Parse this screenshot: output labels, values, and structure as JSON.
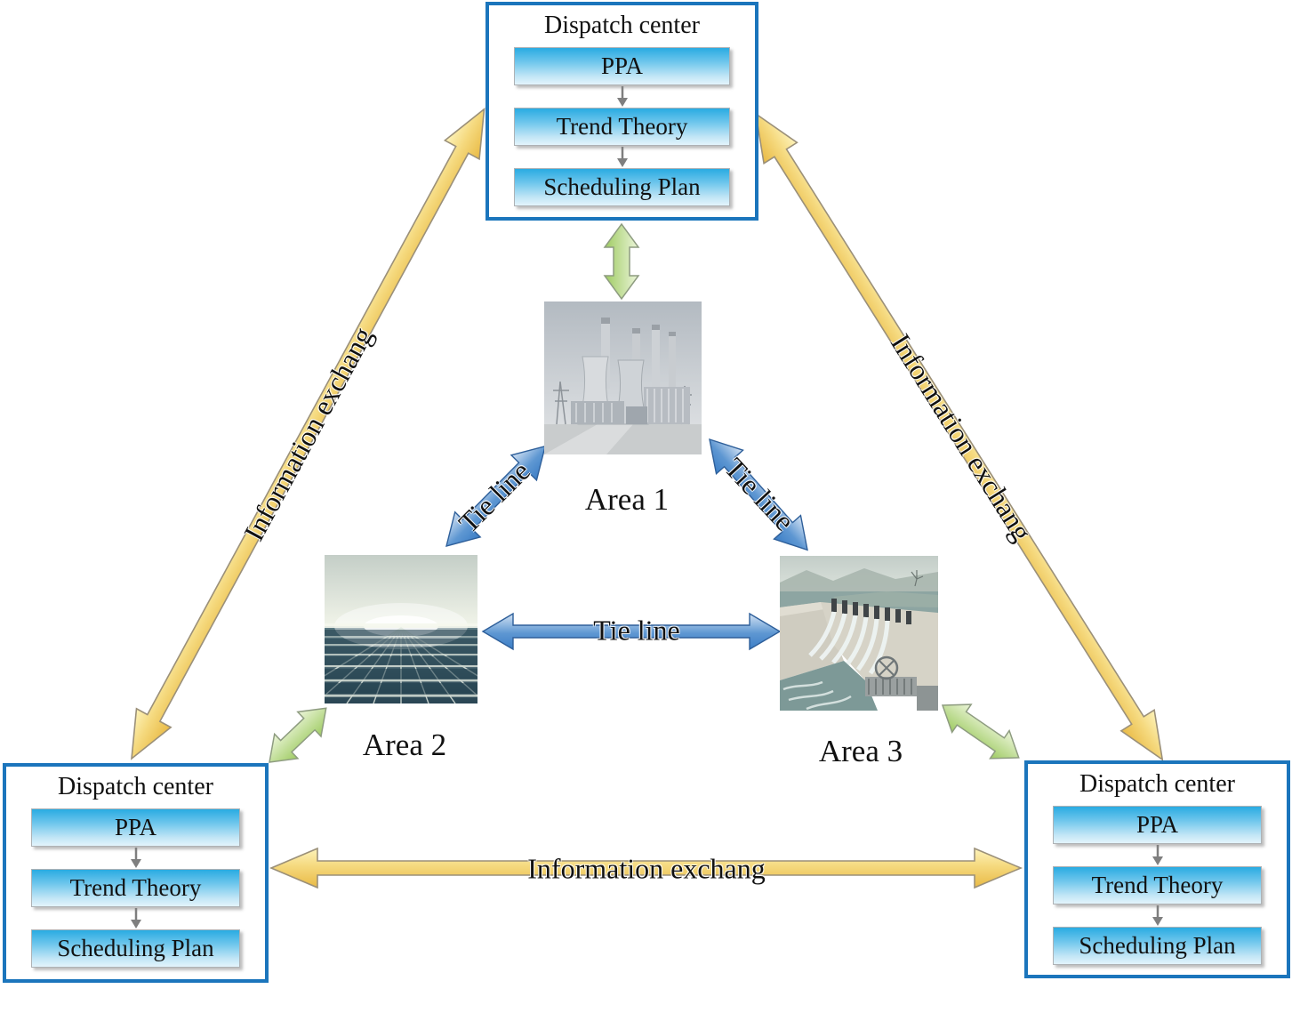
{
  "figure": {
    "type": "multi-area power system coordination diagram",
    "background": "#ffffff"
  },
  "dispatch_top": {
    "title": "Dispatch center",
    "steps": [
      "PPA",
      "Trend Theory",
      "Scheduling Plan"
    ]
  },
  "dispatch_left": {
    "title": "Dispatch center",
    "steps": [
      "PPA",
      "Trend Theory",
      "Scheduling Plan"
    ]
  },
  "dispatch_right": {
    "title": "Dispatch center",
    "steps": [
      "PPA",
      "Trend Theory",
      "Scheduling Plan"
    ]
  },
  "areas": {
    "area1": {
      "label": "Area 1",
      "image": "thermal-power-plant-photo"
    },
    "area2": {
      "label": "Area 2",
      "image": "solar-farm-photo"
    },
    "area3": {
      "label": "Area 3",
      "image": "hydro-dam-photo"
    }
  },
  "connections": {
    "info_left": {
      "label": "Information exchang",
      "type": "information-exchange-arrow"
    },
    "info_right": {
      "label": "Information exchang",
      "type": "information-exchange-arrow"
    },
    "info_bottom": {
      "label": "Information exchang",
      "type": "information-exchange-arrow"
    },
    "tie_left": {
      "label": "Tie line",
      "type": "tie-line-arrow"
    },
    "tie_right": {
      "label": "Tie line",
      "type": "tie-line-arrow"
    },
    "tie_bottom": {
      "label": "Tie line",
      "type": "tie-line-arrow"
    }
  },
  "colors": {
    "dispatch_border": "#1b75bc",
    "step_gradient_top": "#29abe2",
    "step_gradient_bottom": "#e3f4fc",
    "info_arrow": "#f3d878",
    "tie_arrow": "#4a86c8",
    "dispatch_area_arrow": "#bcdb8e",
    "flow_arrow": "#7f7f7f",
    "text": "#111111"
  }
}
